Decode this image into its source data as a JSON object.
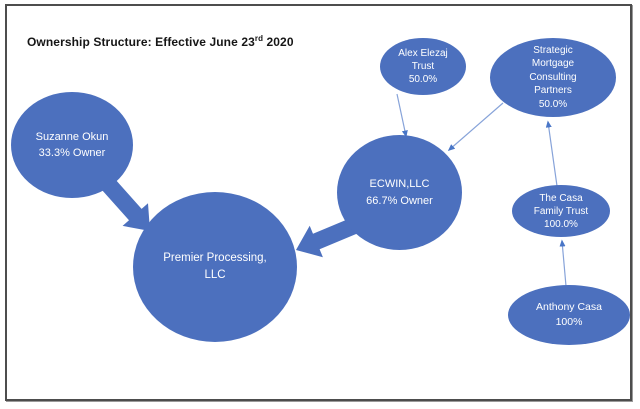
{
  "title": {
    "text_before_sup": "Ownership Structure: Effective June 23",
    "sup": "rd",
    "text_after_sup": " 2020"
  },
  "colors": {
    "shape_fill": "#4C70BE",
    "connector_line": "#87A3D9",
    "connector_arrowhead": "#4976C7",
    "frame_border": "#4d4d4d",
    "node_text": "#ffffff",
    "title_text": "#161616"
  },
  "nodes": [
    {
      "id": "suzanne",
      "lines": [
        "Suzanne Okun",
        "33.3% Owner"
      ]
    },
    {
      "id": "premier",
      "lines": [
        "Premier Processing,",
        "LLC"
      ]
    },
    {
      "id": "ecwin",
      "lines": [
        "ECWIN,LLC",
        "66.7% Owner"
      ]
    },
    {
      "id": "alex",
      "lines": [
        "Alex Elezaj",
        "Trust",
        "50.0%"
      ]
    },
    {
      "id": "smcp",
      "lines": [
        "Strategic",
        "Mortgage",
        "Consulting",
        "Partners",
        "50.0%"
      ]
    },
    {
      "id": "casa",
      "lines": [
        "The Casa",
        "Family Trust",
        "100.0%"
      ]
    },
    {
      "id": "anthony",
      "lines": [
        "Anthony Casa",
        "100%"
      ]
    }
  ],
  "connectors": [
    {
      "from": "Suzanne Okun",
      "to": "Premier Processing, LLC",
      "style": "block-arrow"
    },
    {
      "from": "ECWIN,LLC",
      "to": "Premier Processing, LLC",
      "style": "block-arrow"
    },
    {
      "from": "Alex Elezaj Trust",
      "to": "ECWIN,LLC",
      "style": "thin-arrow"
    },
    {
      "from": "Strategic Mortgage Consulting Partners",
      "to": "ECWIN,LLC",
      "style": "thin-arrow"
    },
    {
      "from": "The Casa Family Trust",
      "to": "Strategic Mortgage Consulting Partners",
      "style": "thin-arrow"
    },
    {
      "from": "Anthony Casa",
      "to": "The Casa Family Trust",
      "style": "thin-arrow"
    }
  ]
}
